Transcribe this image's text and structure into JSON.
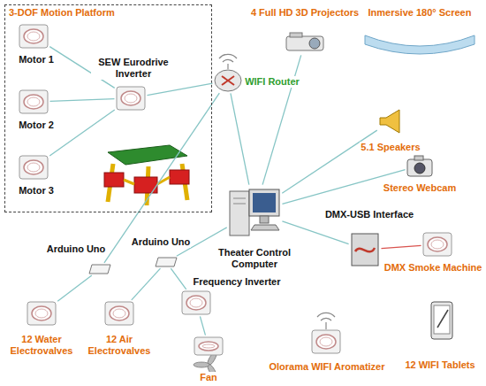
{
  "diagram": {
    "nodes": [
      {
        "text": [
          "3-DOF Motion Platform"
        ]
      },
      {
        "text": [
          "Motor 1"
        ],
        "in": 0
      },
      {
        "text": [
          "SEW Eurodrive Inverter"
        ],
        "in": 0
      },
      {
        "text": [
          "Motor 2"
        ],
        "in": 0
      },
      {
        "text": [
          "Motor 3"
        ],
        "in": 0
      },
      {
        "text": [
          "4 Full HD 3D Projectors"
        ]
      },
      {
        "text": [
          "Inmersive 180° Screen"
        ]
      },
      {
        "text": [
          "WIFI Router"
        ]
      },
      {
        "text": [
          "5.1 Speakers"
        ]
      },
      {
        "text": [
          "Stereo Webcam"
        ]
      },
      {
        "text": [
          "Theater Control Computer"
        ]
      },
      {
        "text": [
          "DMX-USB Interface"
        ]
      },
      {
        "text": [
          "DMX Smoke Machine"
        ]
      },
      {
        "text": [
          "Arduino Uno"
        ]
      },
      {
        "text": [
          "Arduino Uno"
        ]
      },
      {
        "text": [
          "12 Water Electrovalves"
        ]
      },
      {
        "text": [
          "12 Air Electrovalves"
        ]
      },
      {
        "text": [
          "Frequency Inverter"
        ]
      },
      {
        "text": [
          "Fan"
        ]
      },
      {
        "text": [
          "Olorama WIFI Aromatizer"
        ]
      },
      {
        "text": [
          "12 WIFI Tablets"
        ]
      }
    ],
    "edges": [
      {
        "from": 1,
        "to": 2,
        "arrow": "none"
      },
      {
        "from": 3,
        "to": 2,
        "arrow": "none"
      },
      {
        "from": 4,
        "to": 2,
        "arrow": "none"
      },
      {
        "from": 2,
        "to": 7,
        "arrow": "none"
      },
      {
        "from": 7,
        "to": 10,
        "arrow": "none"
      },
      {
        "from": 7,
        "to": 13,
        "arrow": "none"
      },
      {
        "from": 10,
        "to": 14,
        "arrow": "none"
      },
      {
        "from": 10,
        "to": 5,
        "arrow": "none"
      },
      {
        "from": 10,
        "to": 8,
        "arrow": "none"
      },
      {
        "from": 10,
        "to": 9,
        "arrow": "none"
      },
      {
        "from": 10,
        "to": 11,
        "arrow": "none"
      },
      {
        "from": 11,
        "to": 12,
        "arrow": "none"
      },
      {
        "from": 13,
        "to": 15,
        "arrow": "none"
      },
      {
        "from": 14,
        "to": 16,
        "arrow": "none"
      },
      {
        "from": 14,
        "to": 17,
        "arrow": "none"
      },
      {
        "from": 17,
        "to": 18,
        "arrow": "none"
      }
    ]
  }
}
